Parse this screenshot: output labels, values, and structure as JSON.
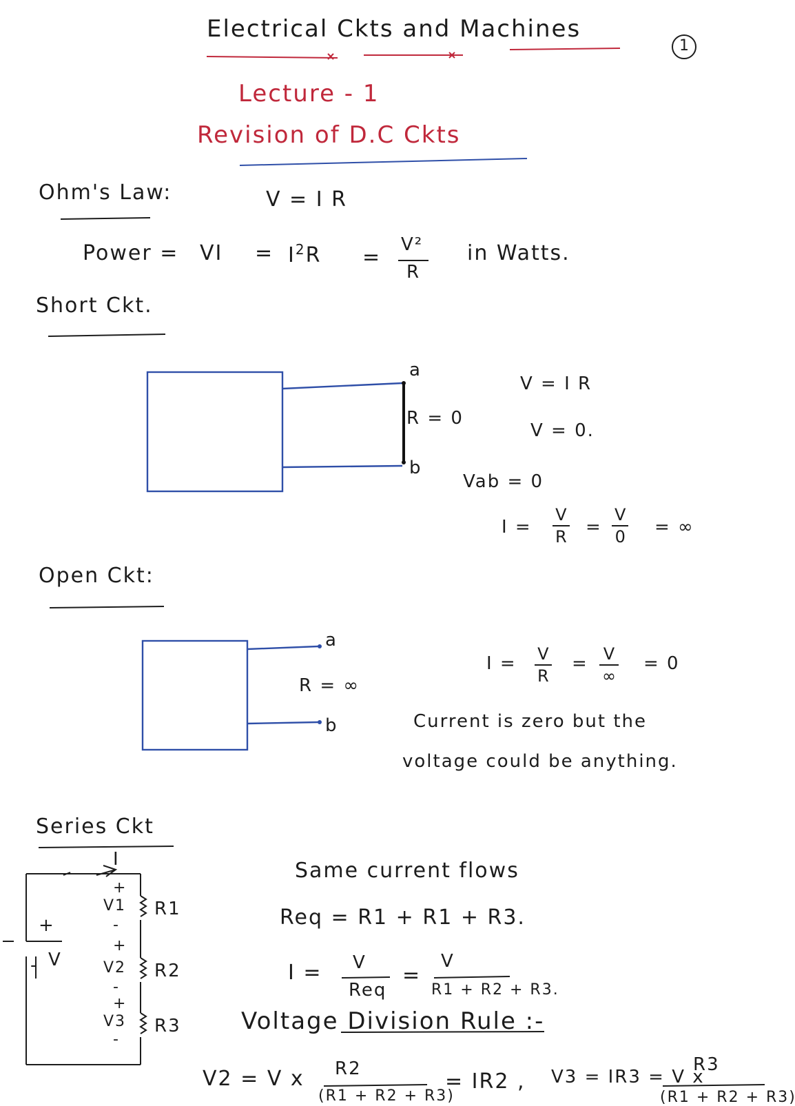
{
  "header": {
    "title": "Electrical Ckts and Machines",
    "page_number": "1",
    "lecture": "Lecture - 1",
    "subtitle": "Revision of D.C Ckts"
  },
  "ohms_law": {
    "heading": "Ohm's Law:",
    "equation": "V = I R",
    "power_label": "Power =",
    "power_vi": "VI",
    "eq1": "=",
    "power_i2r_base": "I",
    "power_i2r_exp": "2",
    "power_i2r_r": "R",
    "eq2": "=",
    "power_v2_num": "V²",
    "power_v2_den": "R",
    "units": "in   Watts."
  },
  "short_ckt": {
    "heading": "Short Ckt.",
    "label_a": "a",
    "label_b": "b",
    "resistance": "R = 0",
    "eq1": "V = I R",
    "eq2": "V = 0.",
    "eq3": "Vab = 0",
    "i_lhs": "I =",
    "i_f1_num": "V",
    "i_f1_den": "R",
    "i_eq": "=",
    "i_f2_num": "V",
    "i_f2_den": "0",
    "i_result": "= ∞"
  },
  "open_ckt": {
    "heading": "Open Ckt:",
    "label_a": "a",
    "label_b": "b",
    "resistance": "R = ∞",
    "i_lhs": "I =",
    "i_f1_num": "V",
    "i_f1_den": "R",
    "i_eq": "=",
    "i_f2_num": "V",
    "i_f2_den": "∞",
    "i_result": "= 0",
    "note_line1": "Current is zero but the",
    "note_line2": "voltage could be anything."
  },
  "series_ckt": {
    "heading": "Series Ckt",
    "current_label": "I",
    "source_plus": "+",
    "source_minus": "-",
    "source_label": "V",
    "r1": "R1",
    "r2": "R2",
    "r3": "R3",
    "v1": "V1",
    "v2": "V2",
    "v3": "V3",
    "plus": "+",
    "minus": "-",
    "same_current": "Same current flows",
    "req": "Req = R1 + R1 + R3.",
    "i_lhs": "I =",
    "i_f1_num": "V",
    "i_f1_den": "Req",
    "i_eq": "=",
    "i_f2_num": "V",
    "i_f2_den": "R1 + R2 + R3.",
    "vdr_heading": "Voltage Division Rule :-",
    "v2_lhs": "V2 = V x",
    "v2_num": "R2",
    "v2_den": "(R1 + R2 + R3)",
    "v2_rhs": "= IR2 ,",
    "v3_lhs": "V3 = IR3 = V x",
    "v3_num": "R3",
    "v3_den": "(R1 + R2 + R3)"
  },
  "colors": {
    "ink": "#1c1c1c",
    "red": "#c0283b",
    "blue": "#2f4fa8"
  }
}
